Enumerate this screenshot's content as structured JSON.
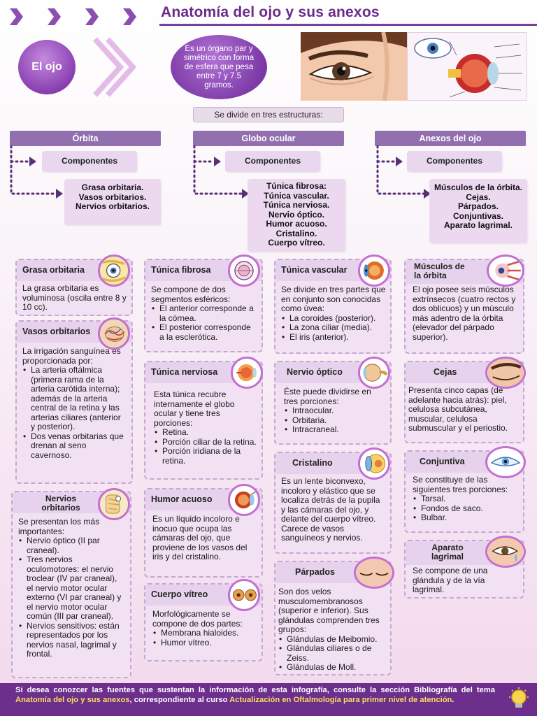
{
  "header": {
    "title": "Anatomía del ojo y sus anexos"
  },
  "intro": {
    "label": "El ojo",
    "definition": "Es un órgano par y simétrico con forma de esfera que pesa entre 7 y 7.5 gramos."
  },
  "divider": "Se divide en tres estructuras:",
  "columns": [
    {
      "head": "Órbita",
      "components_label": "Componentes",
      "items": [
        "Grasa orbitaria.",
        "Vasos orbitarios.",
        "Nervios orbitarios."
      ]
    },
    {
      "head": "Globo ocular",
      "components_label": "Componentes",
      "items": [
        "Túnica fibrosa:",
        "Túnica vascular.",
        "Túnica nerviosa.",
        "Nervio óptico.",
        "Humor acuoso.",
        "Cristalino.",
        "Cuerpo vítreo."
      ]
    },
    {
      "head": "Anexos del ojo",
      "components_label": "Componentes",
      "items": [
        "Músculos de la órbita.",
        "Cejas.",
        "Párpados.",
        "Conjuntivas.",
        "Aparato lagrimal."
      ]
    }
  ],
  "cards": {
    "grasa": {
      "title": "Grasa orbitaria",
      "text": "La grasa orbitaria es voluminosa (oscila entre 8 y 10 cc).",
      "icon": "fat-icon"
    },
    "vasos": {
      "title": "Vasos orbitarios",
      "intro": "La irrigación sanguínea es proporcionada por:",
      "bullets": [
        "La arteria oftálmica (primera rama de la arteria carótida interna); además de la arteria central de la retina y las arterias ciliares (anterior y posterior).",
        "Dos venas orbitarias que drenan al seno cavernoso."
      ],
      "icon": "vessels-icon"
    },
    "nervios": {
      "title": "Nervios orbitarios",
      "intro": "Se presentan los más importantes:",
      "bullets": [
        "Nervio óptico (II par craneal).",
        "Tres nervios oculomotores: el nervio troclear (IV par craneal), el nervio motor ocular externo (VI par craneal) y el nervio motor ocular común (III par craneal).",
        "Nervios sensitivos: están representados por los nervios nasal, lagrimal y frontal."
      ],
      "icon": "nerves-icon"
    },
    "fibrosa": {
      "title": "Túnica fibrosa",
      "intro": "Se compone de dos segmentos esféricos:",
      "bullets": [
        "El anterior corresponde a la córnea.",
        "El posterior corresponde a la esclerótica."
      ],
      "icon": "fibrous-tunic-icon"
    },
    "nerviosa": {
      "title": "Túnica nerviosa",
      "intro": "Esta túnica recubre internamente el globo ocular y tiene tres porciones:",
      "bullets": [
        "Retina.",
        "Porción ciliar de la retina.",
        "Porción iridiana de la retina."
      ],
      "icon": "retina-icon"
    },
    "acuoso": {
      "title": "Humor acuoso",
      "text": "Es un líquido incoloro e inocuo que ocupa las cámaras del ojo, que proviene de los vasos del iris y del cristalino.",
      "icon": "aqueous-humor-icon"
    },
    "vitreo": {
      "title": "Cuerpo vítreo",
      "intro": "Morfológicamente se compone de dos partes:",
      "bullets": [
        "Membrana hialoides.",
        "Humor vítreo."
      ],
      "icon": "vitreous-icon"
    },
    "vascular": {
      "title": "Túnica vascular",
      "intro": "Se divide en tres partes que en conjunto son conocidas como úvea:",
      "bullets": [
        "La coroides (posterior).",
        "La zona ciliar (media).",
        "El iris (anterior)."
      ],
      "icon": "uvea-icon"
    },
    "optico": {
      "title": "Nervio óptico",
      "intro": "Éste puede dividirse en tres porciones:",
      "bullets": [
        "Intraocular.",
        "Orbitaria.",
        "Intracraneal."
      ],
      "icon": "optic-nerve-icon"
    },
    "cristalino": {
      "title": "Cristalino",
      "text": "Es un lente biconvexo, incoloro y elástico que se localiza detrás de la pupila y las cámaras del ojo, y delante del cuerpo vítreo. Carece de vasos sanguíneos y nervios.",
      "icon": "lens-icon"
    },
    "parpados": {
      "title": "Párpados",
      "intro": "Son dos velos musculomembranosos (superior e inferior). Sus glándulas comprenden tres grupos:",
      "bullets": [
        "Glándulas de Meibomio.",
        "Glándulas ciliares o de Zeiss.",
        "Glándulas de Moll."
      ],
      "icon": "eyelids-icon"
    },
    "musculos": {
      "title": "Músculos de la órbita",
      "text": "El ojo posee seis músculos extrínsecos (cuatro rectos y dos oblicuos) y un músculo más adentro de la órbita (elevador del párpado superior).",
      "icon": "eye-muscles-icon"
    },
    "cejas": {
      "title": "Cejas",
      "text": "Presenta cinco capas (de adelante hacia atrás): piel, celulosa subcutánea, muscular, celulosa submuscular y el periostio.",
      "icon": "eyebrow-icon"
    },
    "conjuntiva": {
      "title": "Conjuntiva",
      "intro": "Se constituye de las siguientes tres porciones:",
      "bullets": [
        "Tarsal.",
        "Fondos de saco.",
        "Bulbar."
      ],
      "icon": "conjunctiva-icon"
    },
    "lagrimal": {
      "title": "Aparato lagrimal",
      "text": "Se compone de una glándula y de la vía lagrimal.",
      "icon": "tear-icon"
    }
  },
  "footer": {
    "part1": "Si desea conozcer las fuentes que sustentan la información de esta infografía, consulte la sección Bibliografía del tema ",
    "hl1": "Anatomía del ojo y sus anexos",
    "part2": ", correspondiente al curso ",
    "hl2": "Actualización en Oftalmología para primer nivel de atención",
    "part3": "."
  },
  "colors": {
    "purple": "#7b3f9d",
    "footer_bg": "#6c2f8c",
    "highlight": "#f7e05a"
  }
}
